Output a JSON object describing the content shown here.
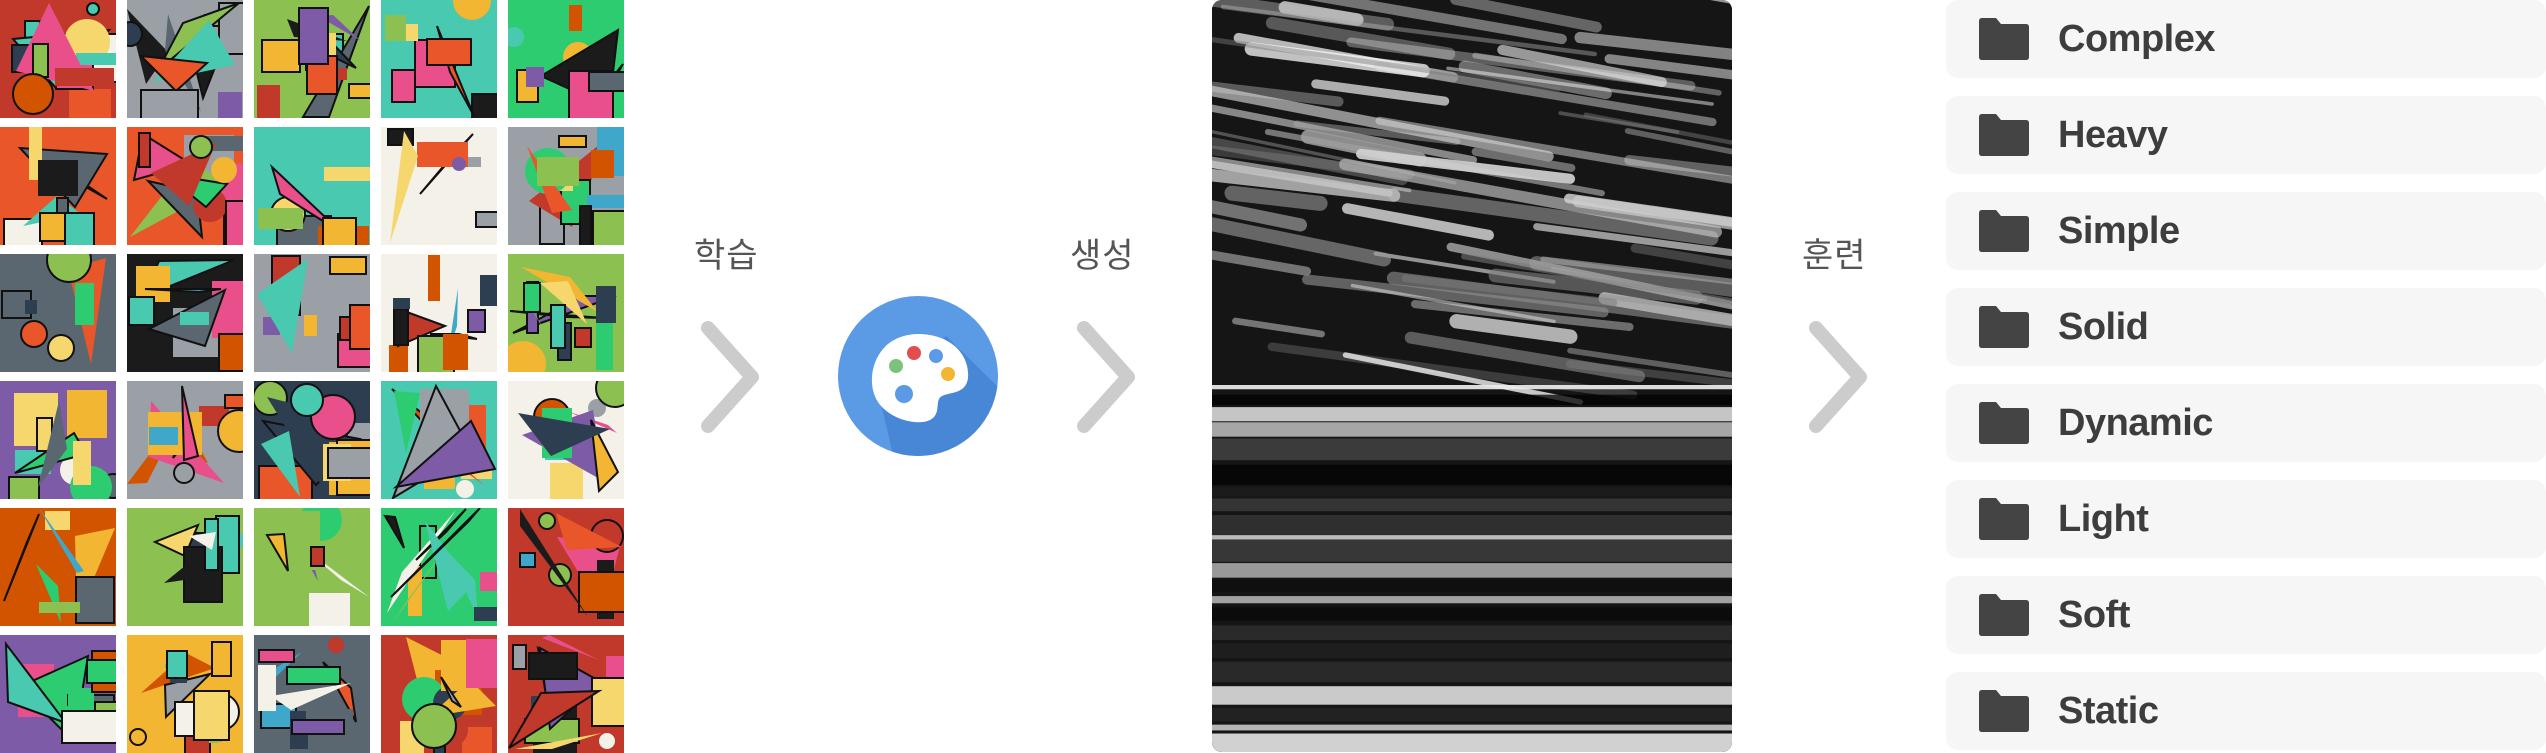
{
  "steps": {
    "learn": "학습",
    "generate": "생성",
    "train": "훈련"
  },
  "icons": {
    "chevron": "chevron-right-icon",
    "palette": "palette-icon",
    "folder": "folder-icon"
  },
  "colors": {
    "palette_circle": "#5b9be6",
    "chevron": "#cccccc",
    "folder_icon": "#444444",
    "folder_bg": "#f6f6f6"
  },
  "folders": [
    {
      "label": "Complex"
    },
    {
      "label": "Heavy"
    },
    {
      "label": "Simple"
    },
    {
      "label": "Solid"
    },
    {
      "label": "Dynamic"
    },
    {
      "label": "Light"
    },
    {
      "label": "Soft"
    },
    {
      "label": "Static"
    }
  ]
}
